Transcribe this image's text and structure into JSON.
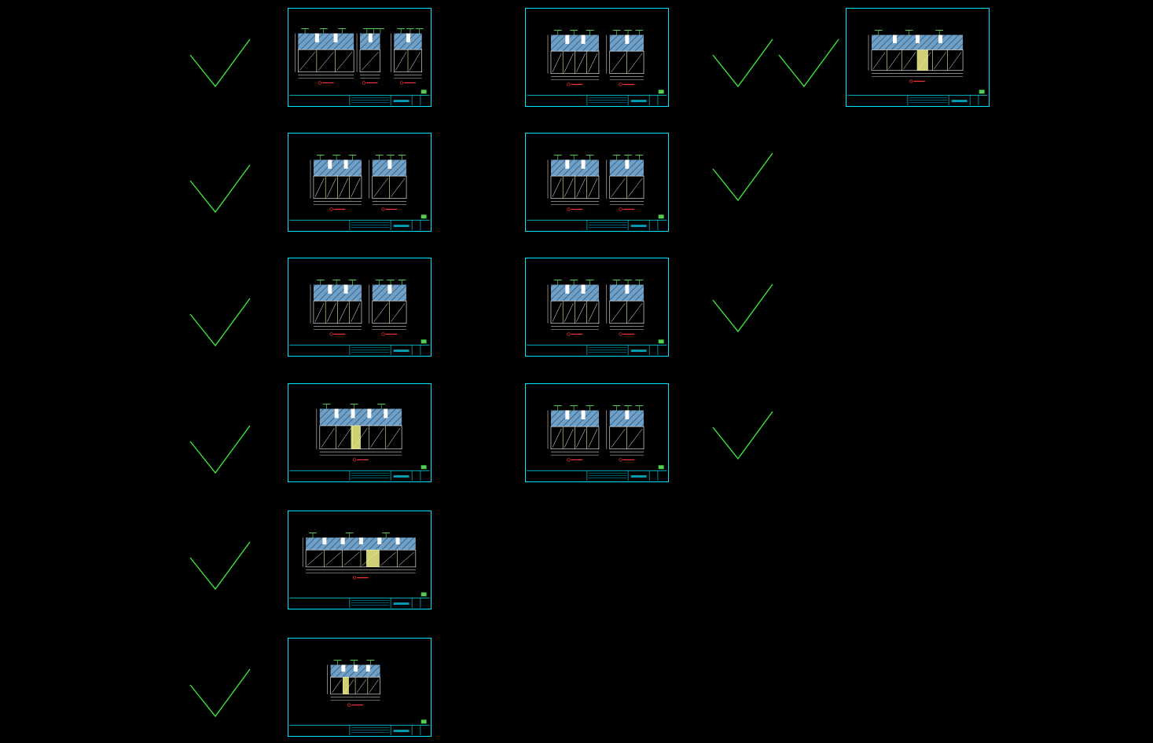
{
  "colors": {
    "background": "#000000",
    "frame": "#00e5ff",
    "check": "#3cf03c",
    "hatch_fill": "#6fa0c8",
    "hatch_line": "#2a4a66",
    "detail_green": "#66ff66",
    "detail_yellow": "#f5f58c",
    "detail_red": "#ff3333",
    "detail_white": "#ffffff"
  },
  "icons": {
    "check": "check-mark-icon"
  },
  "columns": [
    {
      "name": "column-1",
      "sheets": [
        {
          "variant": 3
        },
        {
          "variant": 2
        },
        {
          "variant": 2
        },
        {
          "variant": 1
        },
        {
          "variant": 5
        },
        {
          "variant": 6
        }
      ]
    },
    {
      "name": "column-2",
      "sheets": [
        {
          "variant": 2
        },
        {
          "variant": 2
        },
        {
          "variant": 2
        },
        {
          "variant": 2
        }
      ]
    },
    {
      "name": "column-3",
      "sheets": [
        {
          "variant": 4
        }
      ]
    }
  ],
  "check_groups": [
    {
      "name": "checks-left",
      "count": 6
    },
    {
      "name": "checks-middle",
      "count": 4
    },
    {
      "name": "checks-right",
      "count": 1
    }
  ]
}
